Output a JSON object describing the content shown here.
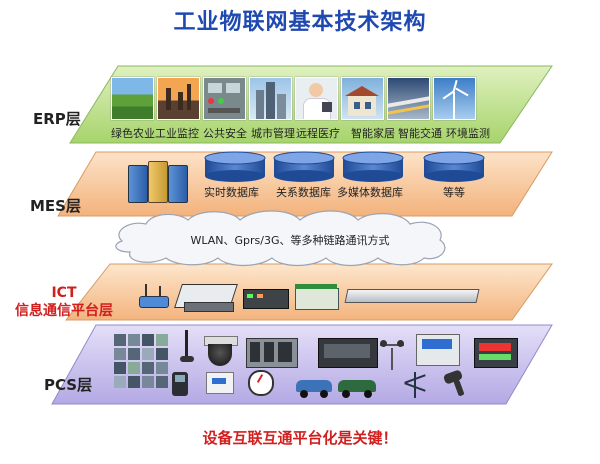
{
  "title": "工业物联网基本技术架构",
  "layers": {
    "erp": {
      "label": "ERP层",
      "apps": [
        "绿色农业",
        "工业监控",
        "公共安全",
        "城市管理",
        "远程医疗",
        "智能家居",
        "智能交通",
        "环境监测"
      ],
      "icons": [
        "farm-field-icon",
        "industrial-plant-icon",
        "control-panel-icon",
        "city-buildings-icon",
        "doctor-icon",
        "smart-home-icon",
        "traffic-highway-icon",
        "wind-turbine-icon"
      ]
    },
    "mes": {
      "label": "MES层",
      "databases": [
        "实时数据库",
        "关系数据库",
        "多媒体数据库",
        "等等"
      ]
    },
    "network": {
      "text": "WLAN、Gprs/3G、等多种链路通讯方式"
    },
    "ict": {
      "label_line1": "ICT",
      "label_line2": "信息通信平台层",
      "devices": [
        "wireless-router-icon",
        "network-switch-icon",
        "gateway-module-icon",
        "io-module-icon",
        "rack-server-icon"
      ]
    },
    "pcs": {
      "label": "PCS层",
      "devices": [
        "monitor-wall-icon",
        "microphone-icon",
        "dome-camera-icon",
        "plc-controller-icon",
        "industrial-pc-icon",
        "anemometer-icon",
        "power-meter-icon",
        "instrument-panel-icon",
        "handheld-terminal-icon",
        "sensor-box-icon",
        "gauge-icon",
        "car-icon",
        "weather-station-icon",
        "barcode-scanner-icon"
      ]
    }
  },
  "footer": "设备互联互通平台化是关键！",
  "colors": {
    "title": "#1f49b0",
    "erp_slab": "#b9df84",
    "mes_slab": "#f6c59a",
    "ict_slab": "#f7cc9e",
    "pcs_slab": "#c9c0ec",
    "accent_red": "#d21e1e",
    "db_blue": "#2f5aa8"
  }
}
